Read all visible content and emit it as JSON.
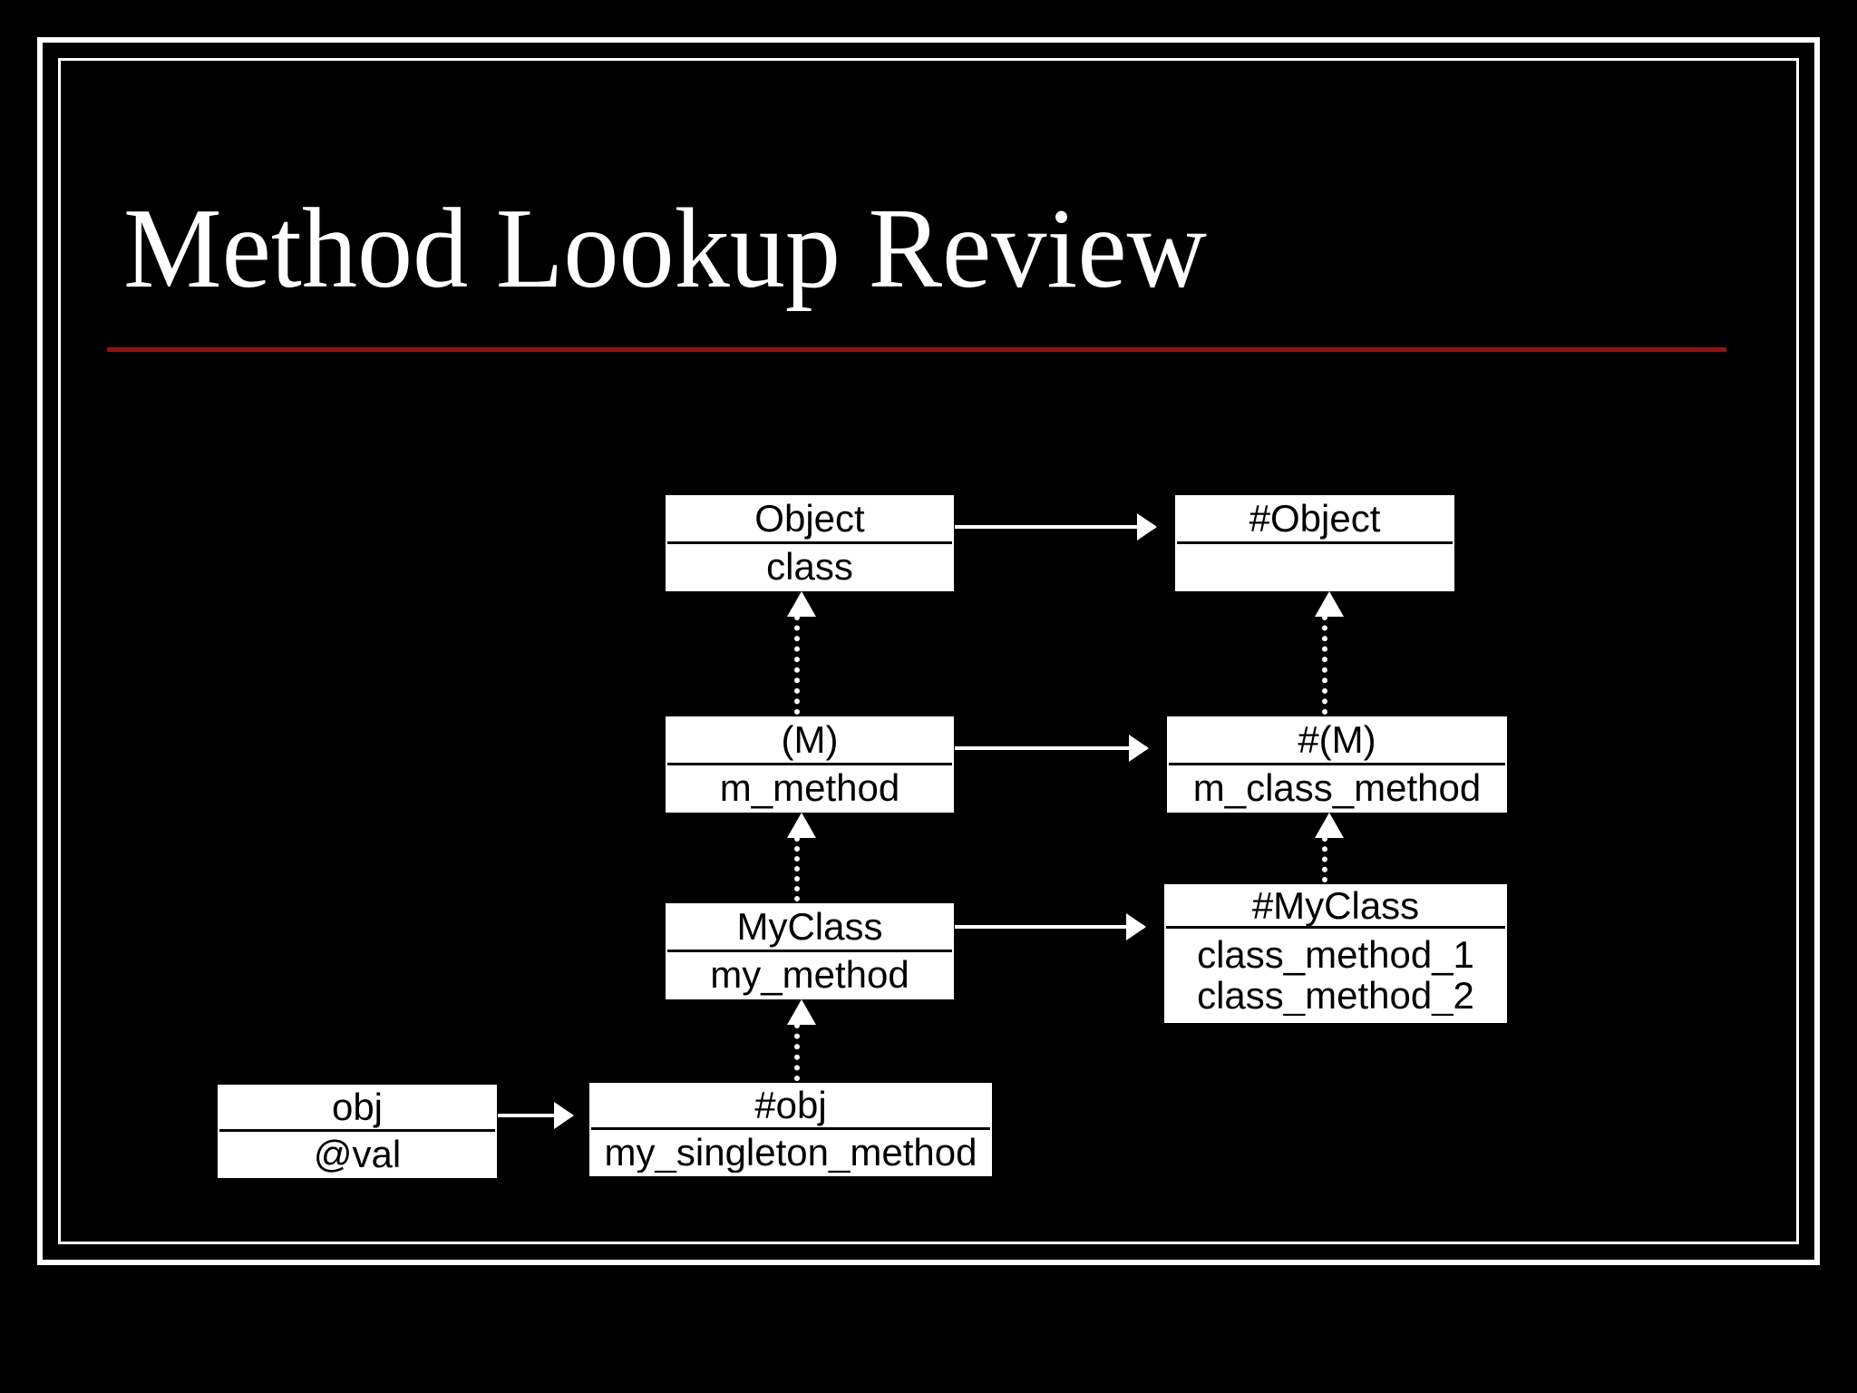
{
  "slide": {
    "title": "Method Lookup Review",
    "accent_color": "#8e1616",
    "background_color": "#000000",
    "frame_color": "#ffffff",
    "box_fill": "#ffffff",
    "box_text_color": "#000000"
  },
  "diagram": {
    "type": "object-model-graph",
    "description": "Ruby method lookup chain: objects link to their singleton/meta classes, which chain upward through modules to Object.",
    "boxes": [
      {
        "id": "object",
        "title": "Object",
        "members": [
          "class"
        ]
      },
      {
        "id": "object-meta",
        "title": "#Object",
        "members": [
          ""
        ]
      },
      {
        "id": "module-m",
        "title": "(M)",
        "members": [
          "m_method"
        ]
      },
      {
        "id": "module-m-meta",
        "title": "#(M)",
        "members": [
          "m_class_method"
        ]
      },
      {
        "id": "myclass",
        "title": "MyClass",
        "members": [
          "my_method"
        ]
      },
      {
        "id": "myclass-meta",
        "title": "#MyClass",
        "members": [
          "class_method_1",
          "class_method_2"
        ]
      },
      {
        "id": "obj",
        "title": "obj",
        "members": [
          "@val"
        ]
      },
      {
        "id": "obj-meta",
        "title": "#obj",
        "members": [
          "my_singleton_method"
        ]
      }
    ],
    "edges": [
      {
        "from": "object",
        "to": "object-meta",
        "style": "solid",
        "label": ""
      },
      {
        "from": "module-m",
        "to": "module-m-meta",
        "style": "solid",
        "label": ""
      },
      {
        "from": "myclass",
        "to": "myclass-meta",
        "style": "solid",
        "label": ""
      },
      {
        "from": "obj",
        "to": "obj-meta",
        "style": "solid",
        "label": ""
      },
      {
        "from": "module-m",
        "to": "object",
        "style": "dotted",
        "label": ""
      },
      {
        "from": "myclass",
        "to": "module-m",
        "style": "dotted",
        "label": ""
      },
      {
        "from": "obj-meta",
        "to": "myclass",
        "style": "dotted",
        "label": ""
      },
      {
        "from": "module-m-meta",
        "to": "object-meta",
        "style": "dotted",
        "label": ""
      },
      {
        "from": "myclass-meta",
        "to": "module-m-meta",
        "style": "dotted",
        "label": ""
      }
    ]
  }
}
